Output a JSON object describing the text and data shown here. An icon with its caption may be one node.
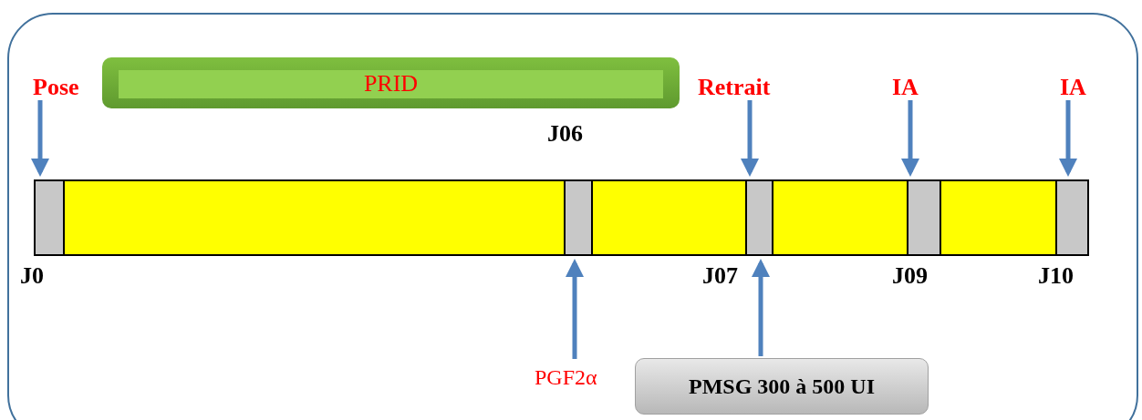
{
  "diagram": {
    "nodes": [
      {
        "text": [],
        "shape": "box"
      },
      {
        "text": [
          "PRID"
        ],
        "in": 0
      },
      {
        "text": [
          "Pose"
        ],
        "in": 0
      },
      {
        "text": [
          "Retrait"
        ],
        "in": 0
      },
      {
        "text": [
          "IA"
        ],
        "in": 0
      },
      {
        "text": [
          "IA"
        ],
        "in": 0
      },
      {
        "text": [
          "PGF2α"
        ],
        "in": 0
      },
      {
        "text": [
          "PMSG 300 à 500 UI"
        ],
        "in": 0
      },
      {
        "text": [],
        "shape": "box",
        "in": 0
      },
      {
        "text": [],
        "shape": "box",
        "in": 0
      },
      {
        "text": [],
        "shape": "box",
        "in": 0
      },
      {
        "text": [],
        "shape": "box",
        "in": 0
      },
      {
        "text": [],
        "shape": "box",
        "in": 0
      },
      {
        "text": [],
        "shape": "box",
        "in": 0
      },
      {
        "text": [],
        "shape": "box",
        "in": 0
      },
      {
        "text": [],
        "shape": "box",
        "in": 0
      },
      {
        "text": [],
        "shape": "box",
        "in": 0
      }
    ],
    "edges": [
      {
        "from": 2,
        "to": 8,
        "arrow": "to"
      },
      {
        "from": 3,
        "to": 12,
        "arrow": "to"
      },
      {
        "from": 4,
        "to": 14,
        "arrow": "to"
      },
      {
        "from": 5,
        "to": 16,
        "arrow": "to"
      },
      {
        "from": 6,
        "to": 10,
        "arrow": "to"
      },
      {
        "from": 7,
        "to": 12,
        "arrow": "to"
      }
    ],
    "labels": [
      "J06",
      "J0",
      "J07",
      "J09",
      "J10"
    ]
  }
}
